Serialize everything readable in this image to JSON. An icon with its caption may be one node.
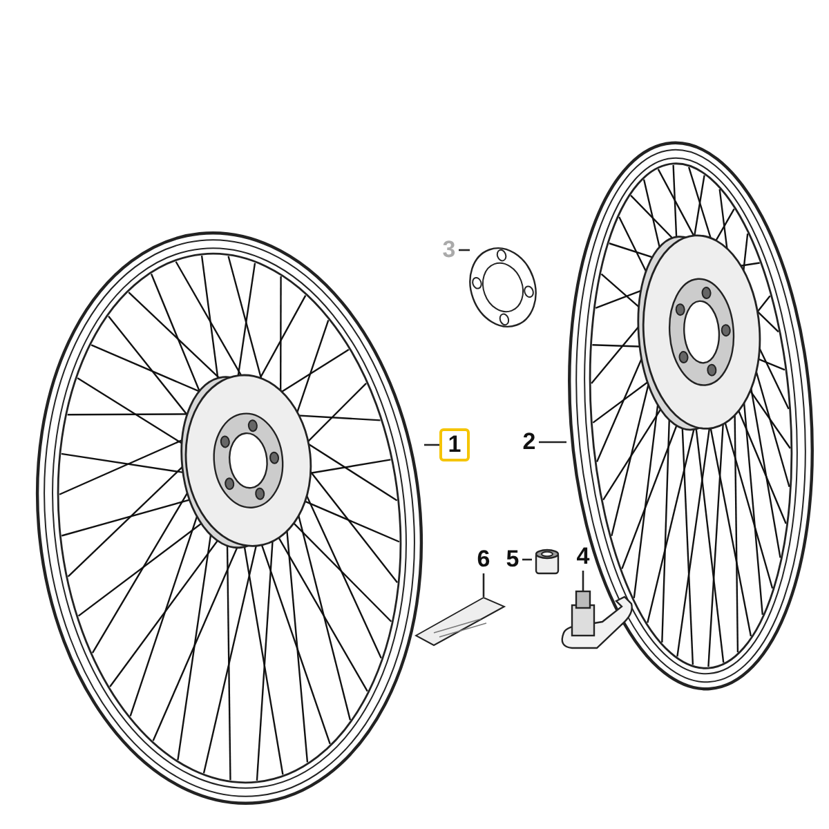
{
  "diagram": {
    "nodes": [
      {
        "text": [
          "1"
        ]
      },
      {
        "text": [
          "2"
        ]
      },
      {
        "text": [
          "3"
        ]
      },
      {
        "text": [
          "4"
        ]
      },
      {
        "text": [
          "5"
        ]
      },
      {
        "text": [
          "6"
        ]
      },
      {
        "text": [],
        "shape": "picture"
      },
      {
        "text": [],
        "shape": "picture"
      },
      {
        "text": [],
        "shape": "picture"
      },
      {
        "text": [],
        "shape": "picture"
      },
      {
        "text": [],
        "shape": "picture"
      },
      {
        "text": [],
        "shape": "picture"
      }
    ],
    "edges": [
      {
        "from": 0,
        "to": 6,
        "arrow": "none"
      },
      {
        "from": 1,
        "to": 7,
        "arrow": "none"
      },
      {
        "from": 2,
        "to": 8,
        "arrow": "none"
      },
      {
        "from": 3,
        "to": 9,
        "arrow": "none"
      },
      {
        "from": 4,
        "to": 10,
        "arrow": "none"
      },
      {
        "from": 5,
        "to": 11,
        "arrow": "none"
      }
    ]
  }
}
